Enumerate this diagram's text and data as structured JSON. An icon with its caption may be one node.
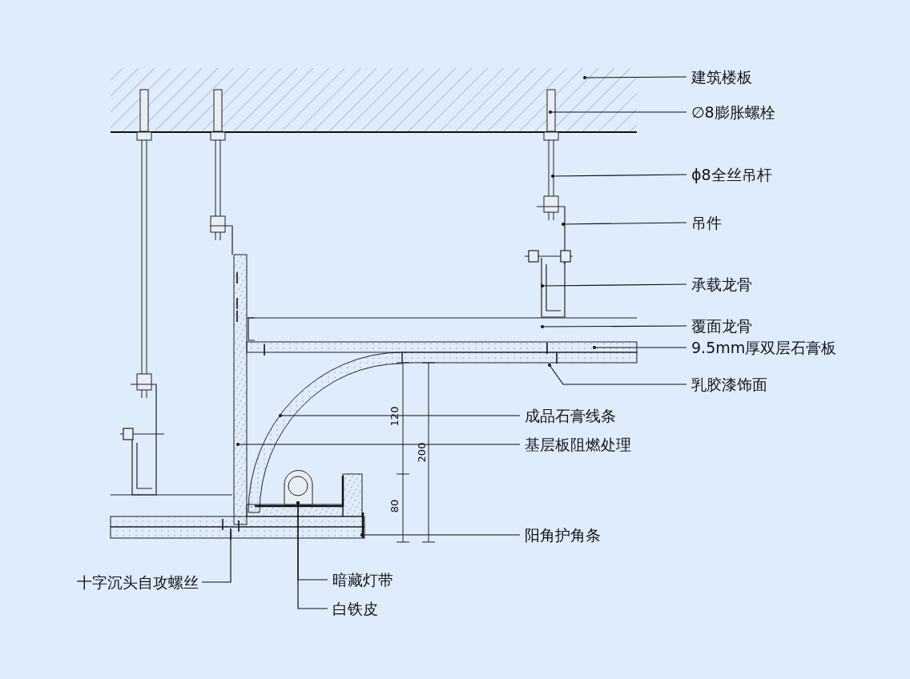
{
  "diagram": {
    "nodes": [
      {
        "text": [
          "建筑楼板"
        ]
      },
      {
        "text": [
          "∅8膨胀螺栓"
        ]
      },
      {
        "text": [
          "ϕ8全丝吊杆"
        ]
      },
      {
        "text": [
          "吊件"
        ]
      },
      {
        "text": [
          "承载龙骨"
        ]
      },
      {
        "text": [
          "覆面龙骨"
        ]
      },
      {
        "text": [
          "9.5mm厚双层石膏板"
        ]
      },
      {
        "text": [
          "乳胶漆饰面"
        ]
      },
      {
        "text": [
          "成品石膏线条"
        ]
      },
      {
        "text": [
          "基层板阻燃处理"
        ]
      },
      {
        "text": [
          "阳角护角条"
        ]
      },
      {
        "text": [
          "十字沉头自攻螺丝"
        ]
      },
      {
        "text": [
          "暗藏灯带"
        ]
      },
      {
        "text": [
          "白铁皮"
        ]
      }
    ],
    "edges": [
      {
        "from": 0,
        "to": null,
        "arrow": "other"
      },
      {
        "from": 1,
        "to": null,
        "arrow": "other"
      },
      {
        "from": 2,
        "to": null,
        "arrow": "other"
      },
      {
        "from": 3,
        "to": null,
        "arrow": "other"
      },
      {
        "from": 4,
        "to": null,
        "arrow": "other"
      },
      {
        "from": 5,
        "to": null,
        "arrow": "other"
      },
      {
        "from": 6,
        "to": null,
        "arrow": "other"
      },
      {
        "from": 7,
        "to": null,
        "arrow": "other"
      },
      {
        "from": 8,
        "to": null,
        "arrow": "other"
      },
      {
        "from": 9,
        "to": null,
        "arrow": "other"
      },
      {
        "from": 10,
        "to": null,
        "arrow": "other"
      },
      {
        "from": 11,
        "to": null,
        "arrow": "none"
      },
      {
        "from": 12,
        "to": null,
        "arrow": "other"
      },
      {
        "from": 13,
        "to": null,
        "arrow": "other"
      }
    ],
    "labels": [
      "120",
      "200",
      "80"
    ]
  }
}
